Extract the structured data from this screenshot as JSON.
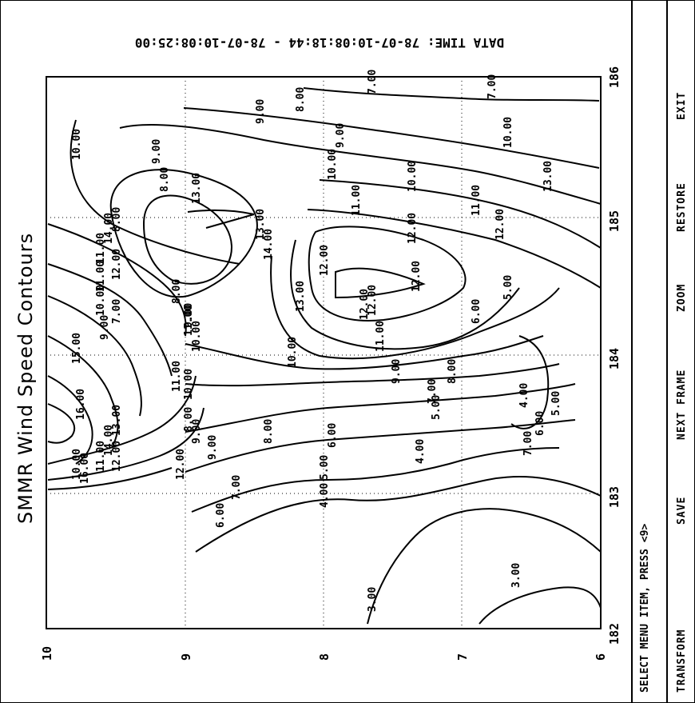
{
  "window": {
    "title": "SMMR Wind Speed Contours",
    "data_time": "DATA TIME: 78-07-10:08:18:44 - 78-07-10:08:25:00"
  },
  "status": {
    "prompt": "SELECT MENU ITEM, PRESS <9>"
  },
  "menu": {
    "items": [
      {
        "label": "TRANSFORM"
      },
      {
        "label": "SAVE"
      },
      {
        "label": "NEXT FRAME"
      },
      {
        "label": "ZOOM"
      },
      {
        "label": "RESTORE"
      },
      {
        "label": "EXIT"
      }
    ]
  },
  "plot": {
    "horizontal_ticks": [
      "10",
      "9",
      "8",
      "7",
      "6"
    ],
    "vertical_ticks": [
      "186",
      "185",
      "184",
      "183",
      "182"
    ],
    "contour_labels": [
      "7.00",
      "7.00",
      "8.00",
      "9.00",
      "10.00",
      "9.00",
      "8.00",
      "9.00",
      "10.00",
      "11.00",
      "12.00",
      "13.00",
      "14.00",
      "15.00",
      "16.00",
      "11.00",
      "10.00",
      "9.00",
      "8.00",
      "12.00",
      "13.00",
      "14.00",
      "12.00",
      "11.00",
      "10.00",
      "9.00",
      "8.00",
      "7.00",
      "6.00",
      "5.00",
      "4.00",
      "3.00",
      "10.00",
      "11.00",
      "12.00",
      "11.00",
      "10.00",
      "9.00",
      "8.00",
      "7.00",
      "6.00",
      "5.00",
      "4.00",
      "5.00",
      "6.00",
      "7.00",
      "8.00",
      "9.00",
      "10.00",
      "11.00",
      "12.00",
      "13.00",
      "14.00",
      "12.00",
      "11.00",
      "10.00",
      "9.00",
      "8.00",
      "7.00",
      "6.00",
      "5.00",
      "4.00",
      "3.00",
      "10.00",
      "11.00",
      "12.00",
      "13.00",
      "16.00",
      "12.00",
      "12.00",
      "13.00"
    ]
  }
}
